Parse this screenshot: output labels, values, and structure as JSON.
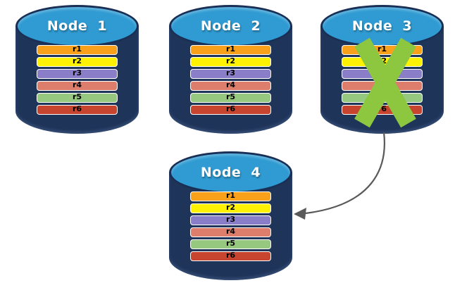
{
  "diagram": {
    "description": "Database replication cluster with failed node",
    "nodes": [
      {
        "label": "Node 1",
        "failed": false
      },
      {
        "label": "Node 2",
        "failed": false
      },
      {
        "label": "Node 3",
        "failed": true
      },
      {
        "label": "Node 4",
        "failed": false
      }
    ],
    "records": [
      {
        "label": "r1",
        "color": "#F9A11B"
      },
      {
        "label": "r2",
        "color": "#FFF200"
      },
      {
        "label": "r3",
        "color": "#8B7EC8"
      },
      {
        "label": "r4",
        "color": "#DD7E6D"
      },
      {
        "label": "r5",
        "color": "#96C87F"
      },
      {
        "label": "r6",
        "color": "#C7452F"
      }
    ],
    "colors": {
      "cylinder_body": "#1F3459",
      "cylinder_top": "#2F9BD2",
      "cylinder_top_border": "#1A2F55",
      "record_border": "#FFFFFF",
      "record_text": "#000000",
      "title_text": "#FFFFFF",
      "failure_x": "#8DC63F",
      "arrow": "#595959"
    },
    "arrow": {
      "from": "Node 3",
      "to": "Node 4"
    }
  }
}
